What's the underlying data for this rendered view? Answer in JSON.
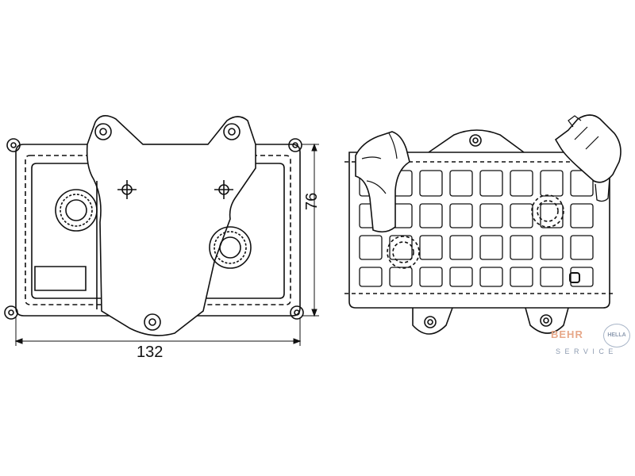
{
  "dimensions": {
    "width_label": "132",
    "height_label": "76"
  },
  "logo": {
    "brand_left": "BEHR",
    "brand_right": "HELLA",
    "subtitle": "SERVICE",
    "color_left": "#e7a889",
    "color_right": "#8d9bb0"
  },
  "colors": {
    "line": "#111111",
    "background": "#ffffff"
  }
}
